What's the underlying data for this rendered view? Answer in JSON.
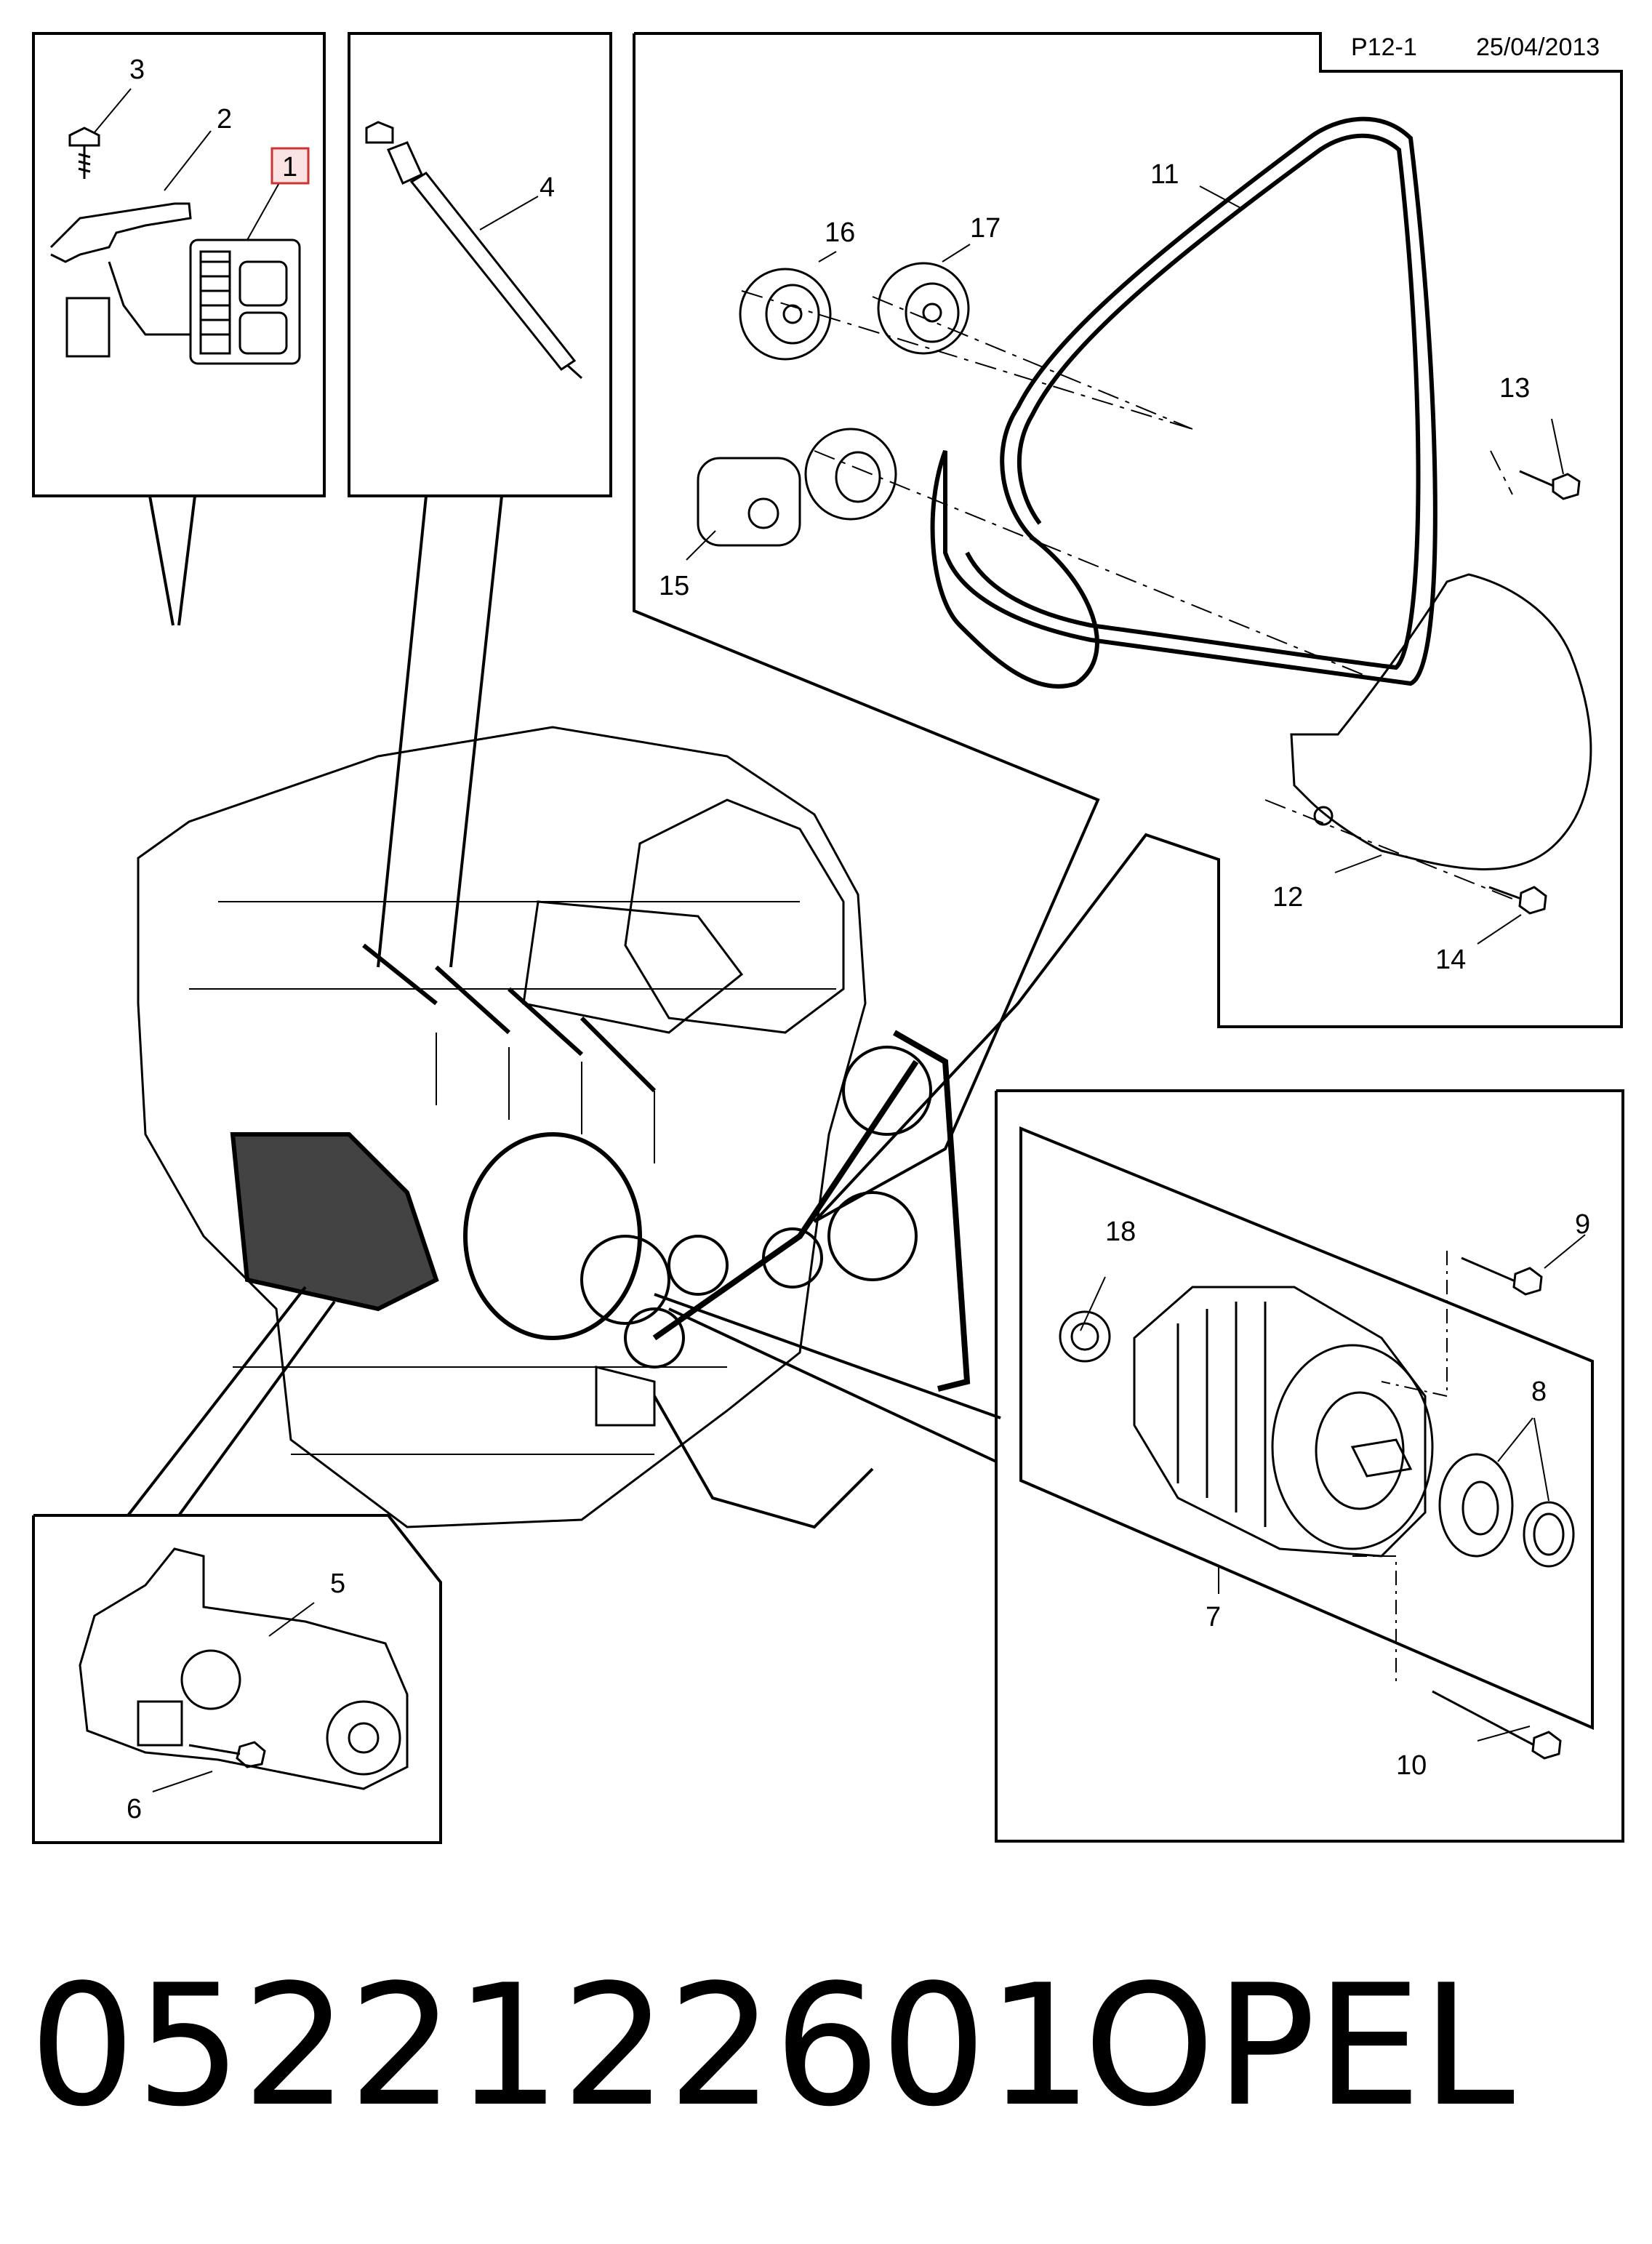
{
  "header": {
    "page_ref": "P12-1",
    "date": "25/04/2013"
  },
  "callouts": {
    "c1": "1",
    "c2": "2",
    "c3": "3",
    "c4": "4",
    "c5": "5",
    "c6": "6",
    "c7": "7",
    "c8": "8",
    "c9": "9",
    "c10": "10",
    "c11": "11",
    "c12": "12",
    "c13": "13",
    "c14": "14",
    "c15": "15",
    "c16": "16",
    "c17": "17",
    "c18": "18"
  },
  "highlight_color": "#cc3333",
  "footer": {
    "part_number": "0522122601",
    "brand": "OPEL"
  }
}
